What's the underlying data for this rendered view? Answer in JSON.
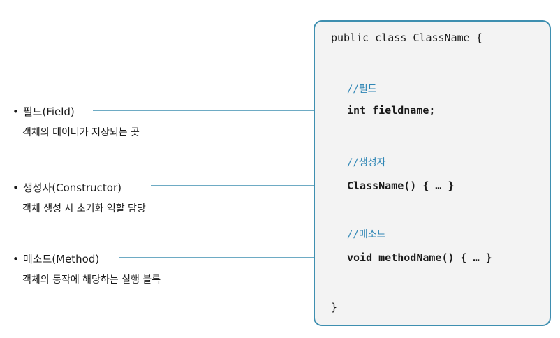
{
  "items": [
    {
      "title": "필드(Field)",
      "desc": "객체의 데이터가 저장되는 곳"
    },
    {
      "title": "생성자(Constructor)",
      "desc": "객체 생성 시 초기화 역할 담당"
    },
    {
      "title": "메소드(Method)",
      "desc": "객체의 동작에 해당하는 실행 블록"
    }
  ],
  "code": {
    "header": "public class ClassName {",
    "field_comment": "//필드",
    "field_line": "int fieldname;",
    "ctor_comment": "//생성자",
    "ctor_line": "ClassName() { … }",
    "method_comment": "//메소드",
    "method_line": "void methodName() { … }",
    "footer": "}"
  },
  "colors": {
    "accent": "#3e8fb0",
    "comment": "#2f86b5",
    "box_bg": "#f3f3f3"
  }
}
